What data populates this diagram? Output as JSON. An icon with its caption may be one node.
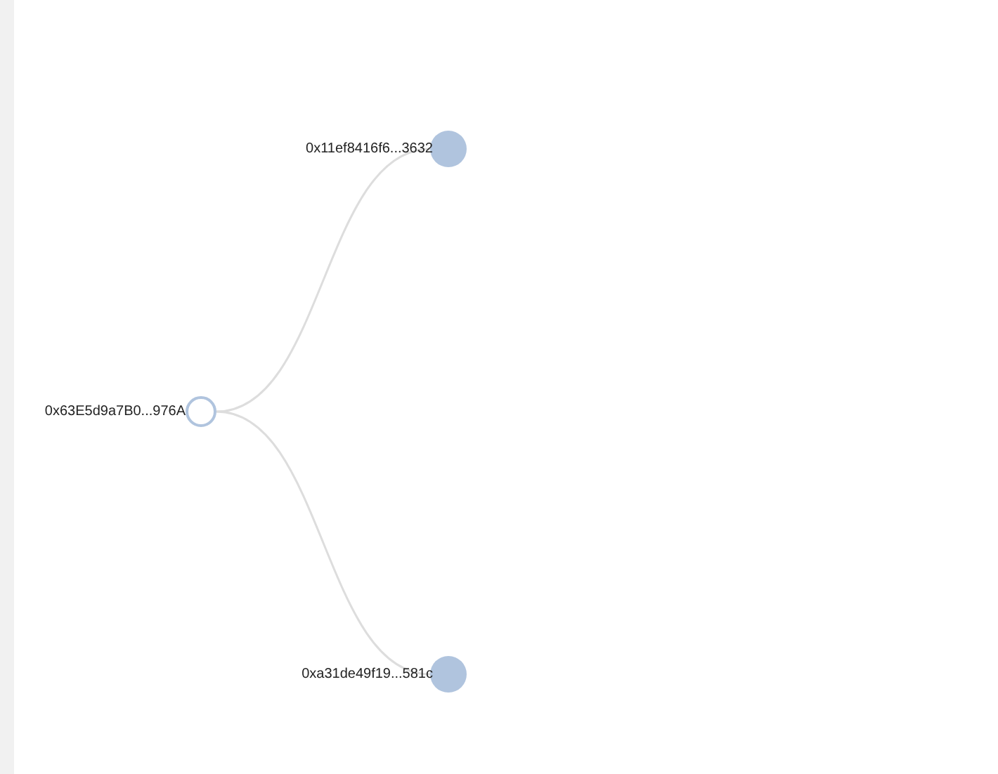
{
  "diagram": {
    "nodes": [
      {
        "text": [],
        "shape": "circle",
        "beside": [
          "0x63E5d9a7B0...976A"
        ]
      },
      {
        "text": [],
        "shape": "circle",
        "beside": [
          "0x11ef8416f6...3632"
        ]
      },
      {
        "text": [],
        "shape": "circle",
        "beside": [
          "0xa31de49f19...581c"
        ]
      }
    ],
    "edges": [
      {
        "from": 0,
        "to": 1,
        "arrow": "none"
      },
      {
        "from": 0,
        "to": 2,
        "arrow": "none"
      }
    ]
  }
}
